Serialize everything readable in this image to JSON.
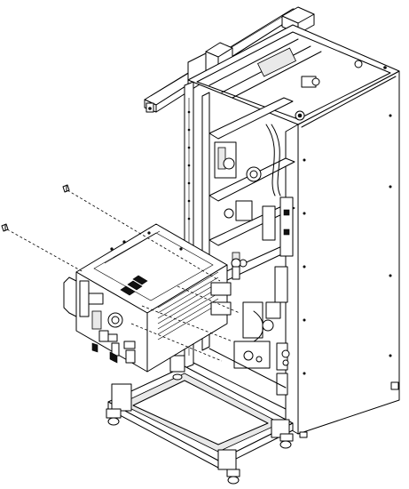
{
  "figure": {
    "kind": "exploded-view line drawing",
    "subject_icon": "equipment-rack-assembly",
    "parts": [
      "frame-rack",
      "top-lifting-bar",
      "removable-module",
      "screw-left-upper",
      "screw-left-lower",
      "wheeled-base"
    ],
    "colors": {
      "line": "#000000",
      "background": "#ffffff",
      "shade": "#e9e9e9"
    }
  }
}
